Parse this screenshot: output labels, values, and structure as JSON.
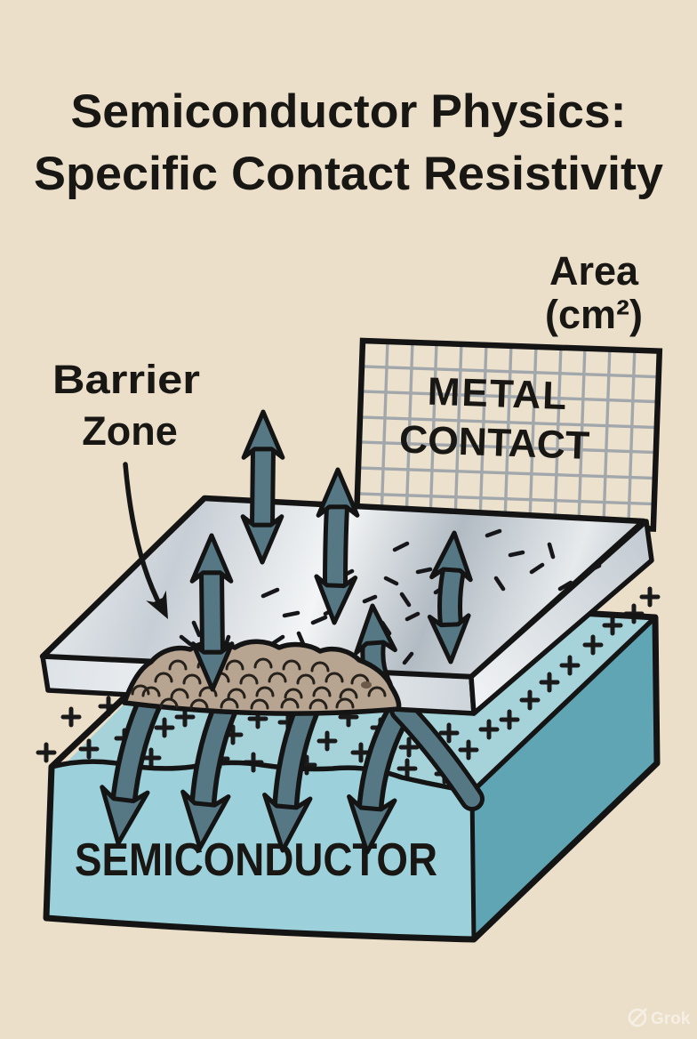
{
  "title": {
    "line1": "Semiconductor Physics:",
    "line2": "Specific Contact Resistivity"
  },
  "labels": {
    "area_line1": "Area",
    "area_line2": "(cm²)",
    "metal_contact_line1": "METAL",
    "metal_contact_line2": "CONTACT",
    "barrier_line1": "Barrier",
    "barrier_line2": "Zone",
    "semiconductor": "SEMICONDUCTOR"
  },
  "watermark": {
    "text": "Grok"
  },
  "colors": {
    "background": "#ecdfca",
    "outline": "#141414",
    "arrow_teal": "#557884",
    "semiconductor_front": "#9cd0da",
    "semiconductor_top": "#a6d3d9",
    "semiconductor_side": "#5fa5b4",
    "barrier_blob": "#b7a592",
    "metal_light": "#eef1f4",
    "metal_dark": "#aeb7bf",
    "grid_line": "#a2a7ab"
  }
}
